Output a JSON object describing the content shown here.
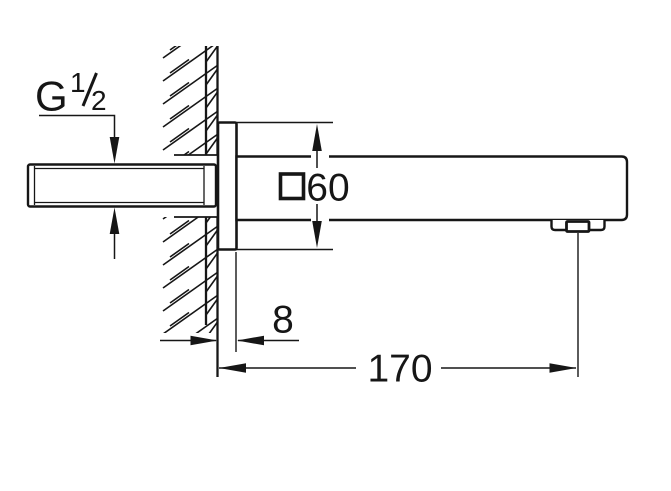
{
  "drawing": {
    "background_color": "#ffffff",
    "line_color": "#161616",
    "dimensions": {
      "thread": {
        "label": "G 1/2",
        "prefix": "G",
        "numerator": "1",
        "slash": "/",
        "denominator": "2"
      },
      "flange_depth": {
        "value": "8"
      },
      "flange_square": {
        "symbol": "□",
        "value": "60"
      },
      "projection": {
        "value": "170"
      }
    }
  }
}
